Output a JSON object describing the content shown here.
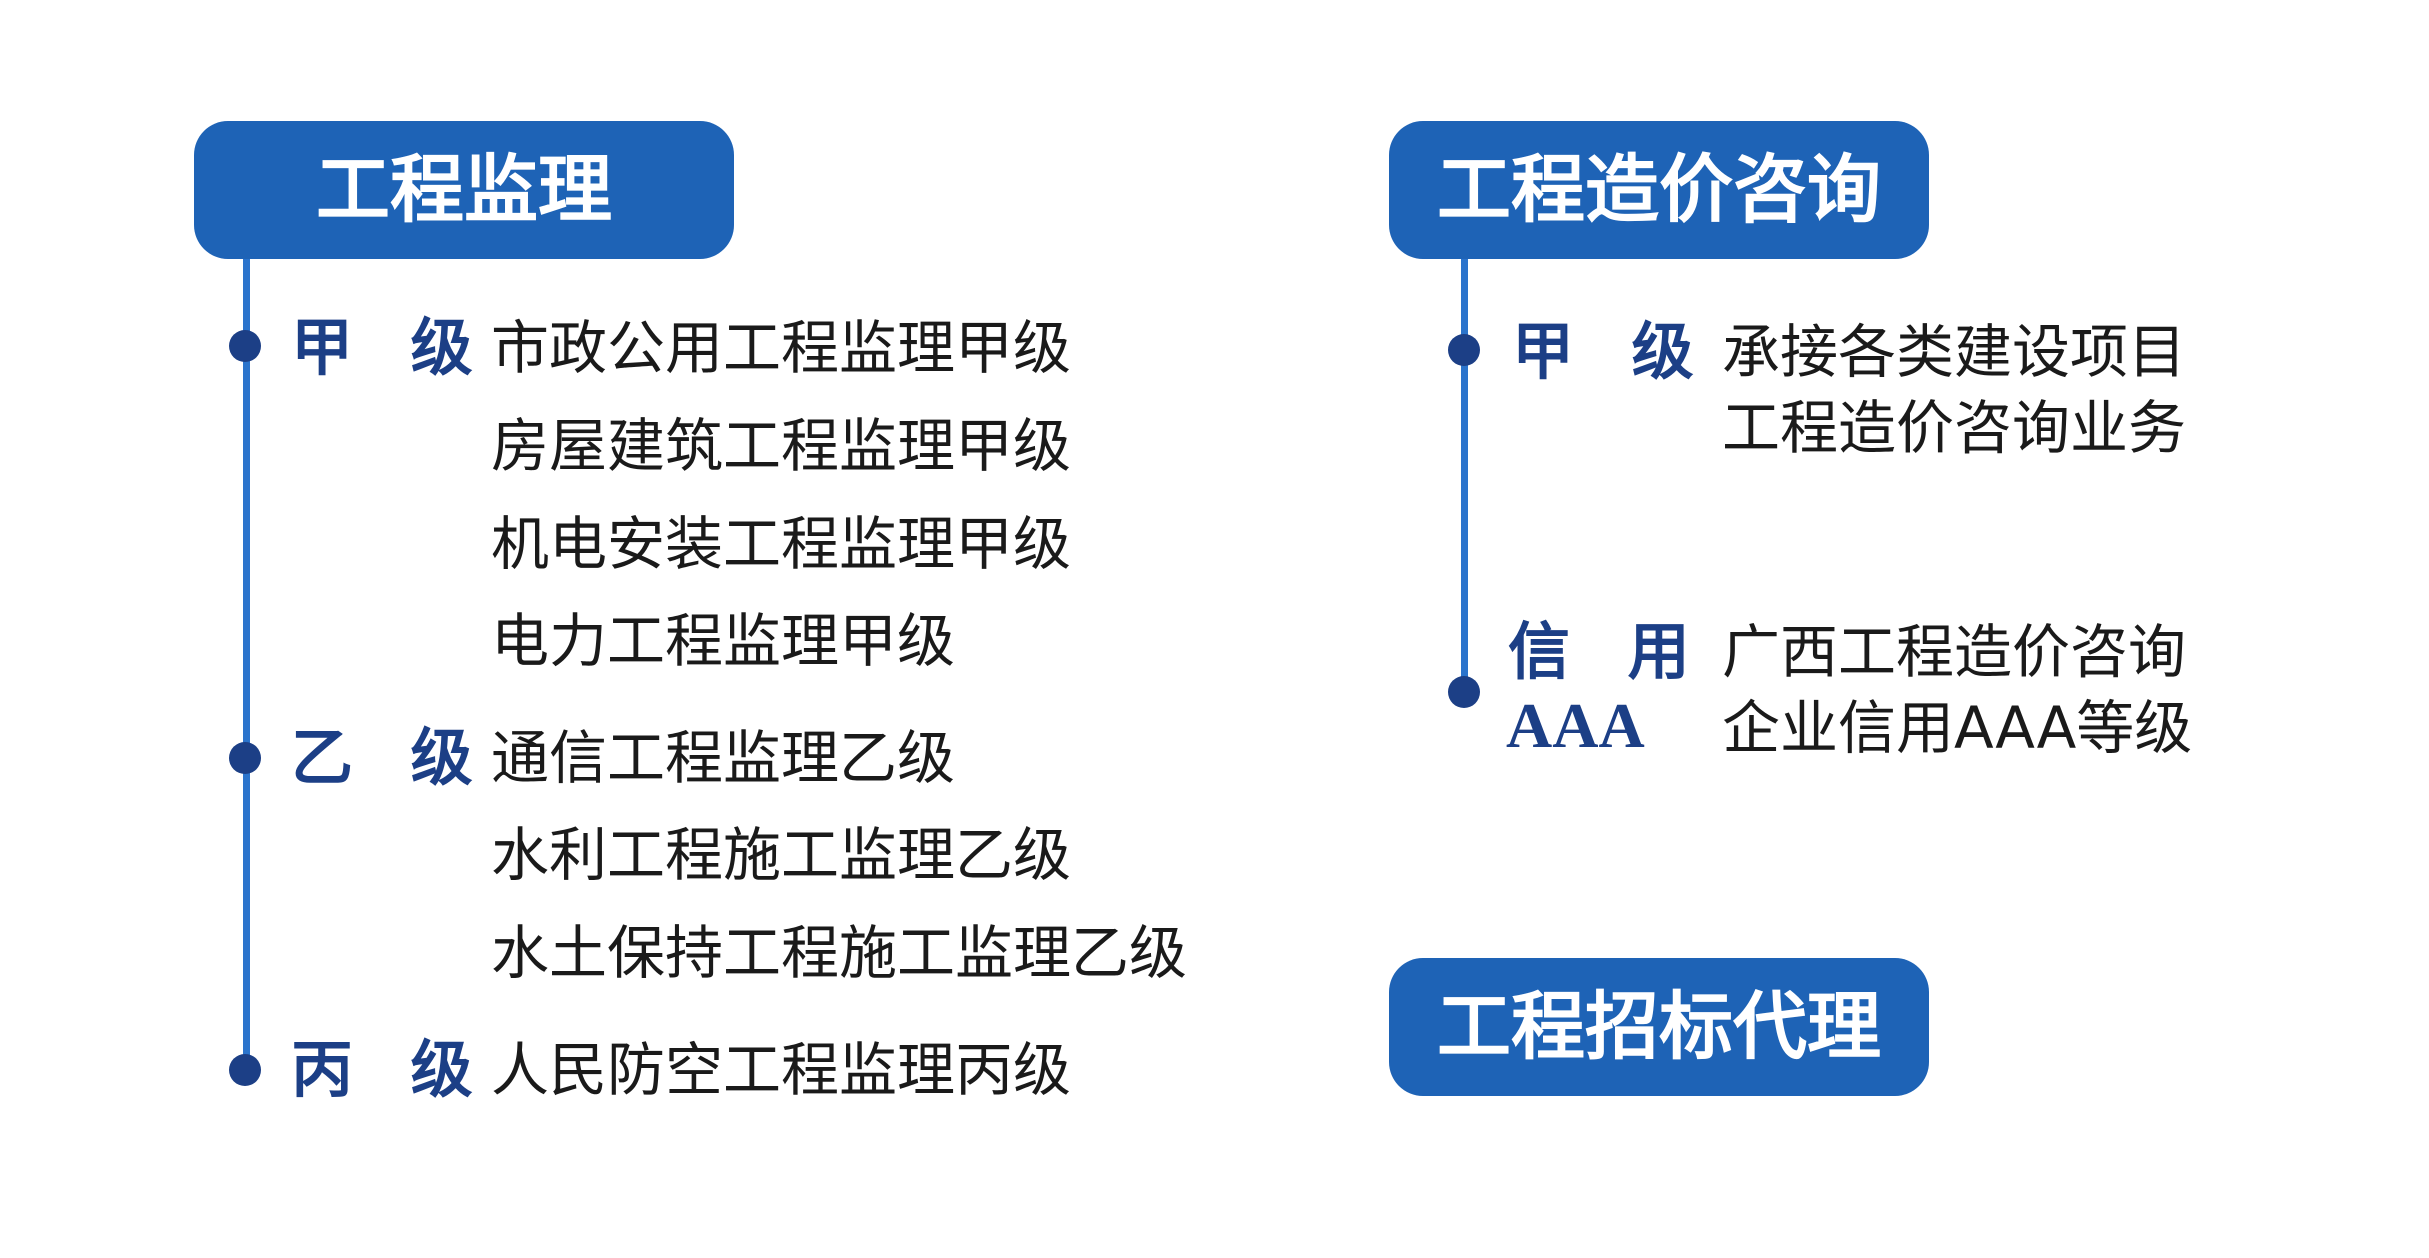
{
  "supervision": {
    "title": "工程监理",
    "groups": [
      {
        "grade": "甲 级",
        "items": [
          "市政公用工程监理甲级",
          "房屋建筑工程监理甲级",
          "机电安装工程监理甲级",
          "电力工程监理甲级"
        ]
      },
      {
        "grade": "乙 级",
        "items": [
          "通信工程监理乙级",
          "水利工程施工监理乙级",
          "水土保持工程施工监理乙级"
        ]
      },
      {
        "grade": "丙 级",
        "items": [
          "人民防空工程监理丙级"
        ]
      }
    ]
  },
  "cost_consulting": {
    "title": "工程造价咨询",
    "groups": [
      {
        "grade": "甲 级",
        "items": [
          "承接各类建设项目",
          "工程造价咨询业务"
        ]
      },
      {
        "grade_line1": "信 用",
        "grade_line2": "AAA",
        "items": [
          "广西工程造价咨询",
          "企业信用AAA等级"
        ]
      }
    ]
  },
  "bidding_agency": {
    "title": "工程招标代理"
  },
  "colors": {
    "header_bg": "#1e63b6",
    "timeline": "#2b74cc",
    "dot": "#1c3f86",
    "grade_text": "#1c3f86",
    "body_text": "#1a1a1a"
  }
}
